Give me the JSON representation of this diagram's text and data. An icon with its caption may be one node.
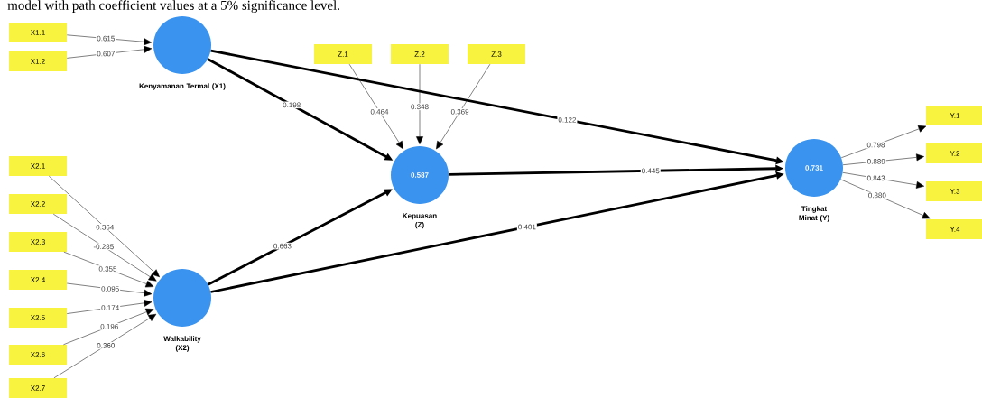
{
  "diagram": {
    "caption": "model with path coefficient values at a 5% significance level.",
    "nodes": [
      {
        "text": [
          "X1.1"
        ]
      },
      {
        "text": [
          "X1.2"
        ]
      },
      {
        "text": [
          "Kenyamanan Termal (X1)"
        ]
      },
      {
        "text": [
          "Z.1"
        ]
      },
      {
        "text": [
          "Z.2"
        ]
      },
      {
        "text": [
          "Z.3"
        ]
      },
      {
        "text": [
          "0.587",
          "Kepuasan (Z)"
        ]
      },
      {
        "text": [
          "X2.1"
        ]
      },
      {
        "text": [
          "X2.2"
        ]
      },
      {
        "text": [
          "X2.3"
        ]
      },
      {
        "text": [
          "X2.4"
        ]
      },
      {
        "text": [
          "X2.5"
        ]
      },
      {
        "text": [
          "X2.6"
        ]
      },
      {
        "text": [
          "X2.7"
        ]
      },
      {
        "text": [
          "Walkability (X2)"
        ]
      },
      {
        "text": [
          "0.731",
          "Tingkat Minat (Y)"
        ]
      },
      {
        "text": [
          "Y.1"
        ]
      },
      {
        "text": [
          "Y.2"
        ]
      },
      {
        "text": [
          "Y.3"
        ]
      },
      {
        "text": [
          "Y.4"
        ]
      }
    ],
    "edges": [
      {
        "from": 0,
        "to": 2,
        "arrow": "to",
        "label": "0.615"
      },
      {
        "from": 1,
        "to": 2,
        "arrow": "to",
        "label": "0.607"
      },
      {
        "from": 2,
        "to": 6,
        "arrow": "to",
        "label": "0.198",
        "style": "thick"
      },
      {
        "from": 2,
        "to": 15,
        "arrow": "to",
        "label": "0.122",
        "style": "thick"
      },
      {
        "from": 3,
        "to": 6,
        "arrow": "to",
        "label": "0.464"
      },
      {
        "from": 4,
        "to": 6,
        "arrow": "to",
        "label": "0.348"
      },
      {
        "from": 5,
        "to": 6,
        "arrow": "to",
        "label": "0.369"
      },
      {
        "from": 6,
        "to": 15,
        "arrow": "to",
        "label": "0.445",
        "style": "thick"
      },
      {
        "from": 7,
        "to": 14,
        "arrow": "to",
        "label": "0.364"
      },
      {
        "from": 8,
        "to": 14,
        "arrow": "to",
        "label": "-0.285"
      },
      {
        "from": 9,
        "to": 14,
        "arrow": "to",
        "label": "0.355"
      },
      {
        "from": 10,
        "to": 14,
        "arrow": "to",
        "label": "0.095"
      },
      {
        "from": 11,
        "to": 14,
        "arrow": "to",
        "label": "0.174"
      },
      {
        "from": 12,
        "to": 14,
        "arrow": "to",
        "label": "0.196"
      },
      {
        "from": 13,
        "to": 14,
        "arrow": "to",
        "label": "0.360"
      },
      {
        "from": 14,
        "to": 6,
        "arrow": "to",
        "label": "0.663",
        "style": "thick"
      },
      {
        "from": 14,
        "to": 15,
        "arrow": "to",
        "label": "0.401",
        "style": "thick"
      },
      {
        "from": 15,
        "to": 16,
        "arrow": "to",
        "label": "0.798"
      },
      {
        "from": 15,
        "to": 17,
        "arrow": "to",
        "label": "0.889"
      },
      {
        "from": 15,
        "to": 18,
        "arrow": "to",
        "label": "0.843"
      },
      {
        "from": 15,
        "to": 19,
        "arrow": "to",
        "label": "0.880"
      }
    ]
  }
}
